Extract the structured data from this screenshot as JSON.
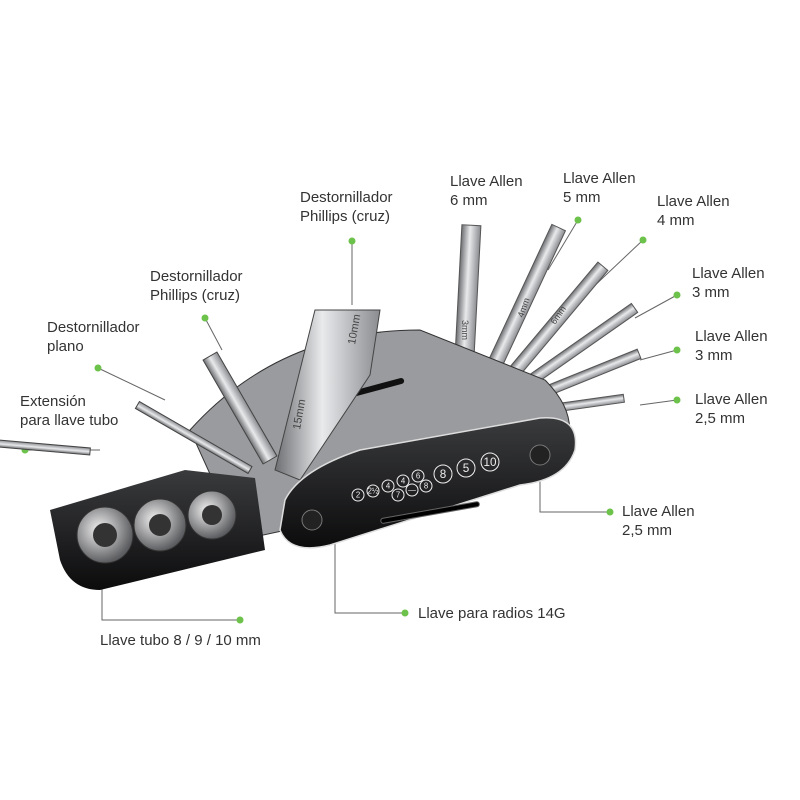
{
  "accent_color": "#6cc24a",
  "labels": {
    "phillips_top": [
      "Destornillador",
      "Phillips (cruz)"
    ],
    "allen_6": [
      "Llave Allen",
      "6 mm"
    ],
    "allen_5": [
      "Llave Allen",
      "5 mm"
    ],
    "allen_4": [
      "Llave Allen",
      "4 mm"
    ],
    "allen_3a": [
      "Llave Allen",
      "3 mm"
    ],
    "allen_3b": [
      "Llave Allen",
      "3 mm"
    ],
    "allen_25a": [
      "Llave Allen",
      "2,5 mm"
    ],
    "phillips_left": [
      "Destornillador",
      "Phillips (cruz)"
    ],
    "flat": [
      "Destornillador",
      "plano"
    ],
    "extension": [
      "Extensión",
      "para llave tubo"
    ],
    "allen_25b": [
      "Llave Allen",
      "2,5 mm"
    ],
    "spoke": "Llave para radios 14G",
    "sockets": "Llave tubo 8 / 9 / 10 mm"
  },
  "tool_markings": {
    "wrench_15": "15mm",
    "wrench_10": "10mm",
    "key_6": "3mm",
    "key_5": "4mm",
    "key_4": "6mm",
    "body_numbers": [
      "2",
      "2½",
      "4",
      "4",
      "6",
      "7",
      "—",
      "8",
      "8",
      "5",
      "10"
    ]
  }
}
